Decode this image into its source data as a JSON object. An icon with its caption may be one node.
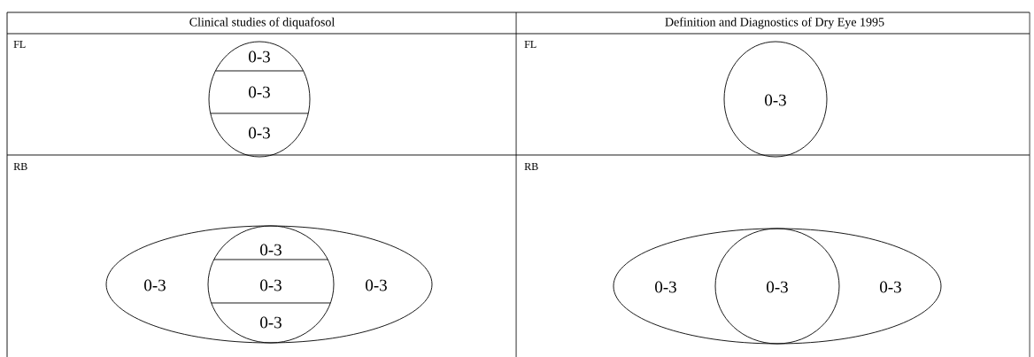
{
  "diagram": {
    "nodes": [
      {
        "text": [
          "0-3",
          "0-3",
          "0-3"
        ]
      },
      {
        "text": [
          "0-3"
        ]
      },
      {
        "text": [
          "0-3",
          "0-3"
        ]
      },
      {
        "text": [
          "0-3",
          "0-3",
          "0-3"
        ],
        "in": 2
      },
      {
        "text": [
          "0-3",
          "0-3"
        ]
      },
      {
        "text": [
          "0-3"
        ],
        "in": 4
      }
    ],
    "labels": [
      "Clinical studies of diquafosol",
      "Definition and Diagnostics of Dry Eye 1995",
      "FL",
      "FL",
      "RB",
      "RB"
    ]
  }
}
